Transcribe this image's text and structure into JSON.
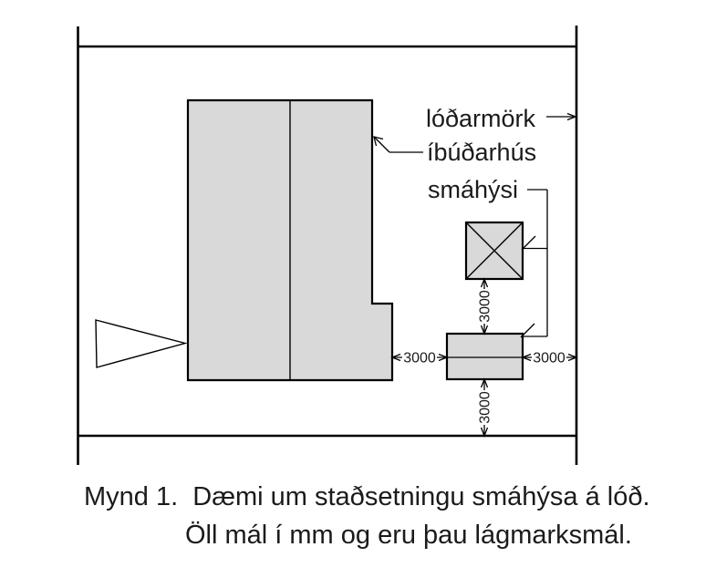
{
  "figure": {
    "type": "site-plan-diagram",
    "labels": {
      "lot_boundary": "lóðarmörk",
      "residential_house": "íbúðarhús",
      "small_house": "smáhýsi"
    },
    "dimensions": {
      "house_to_small_house_horizontal": "3000",
      "small_house_to_boundary_horizontal": "3000",
      "small_house_to_small_house_vertical": "3000",
      "small_house_to_boundary_vertical": "3000",
      "unit": "mm"
    },
    "caption": {
      "line1": "Mynd 1.  Dæmi um staðsetningu smáhýsa á lóð.",
      "line2": "Öll mál í mm og eru þau lágmarksmál."
    },
    "colors": {
      "building_fill": "#d9d9d9",
      "line": "#000000",
      "text": "#1b1b1b",
      "background": "#ffffff"
    }
  }
}
